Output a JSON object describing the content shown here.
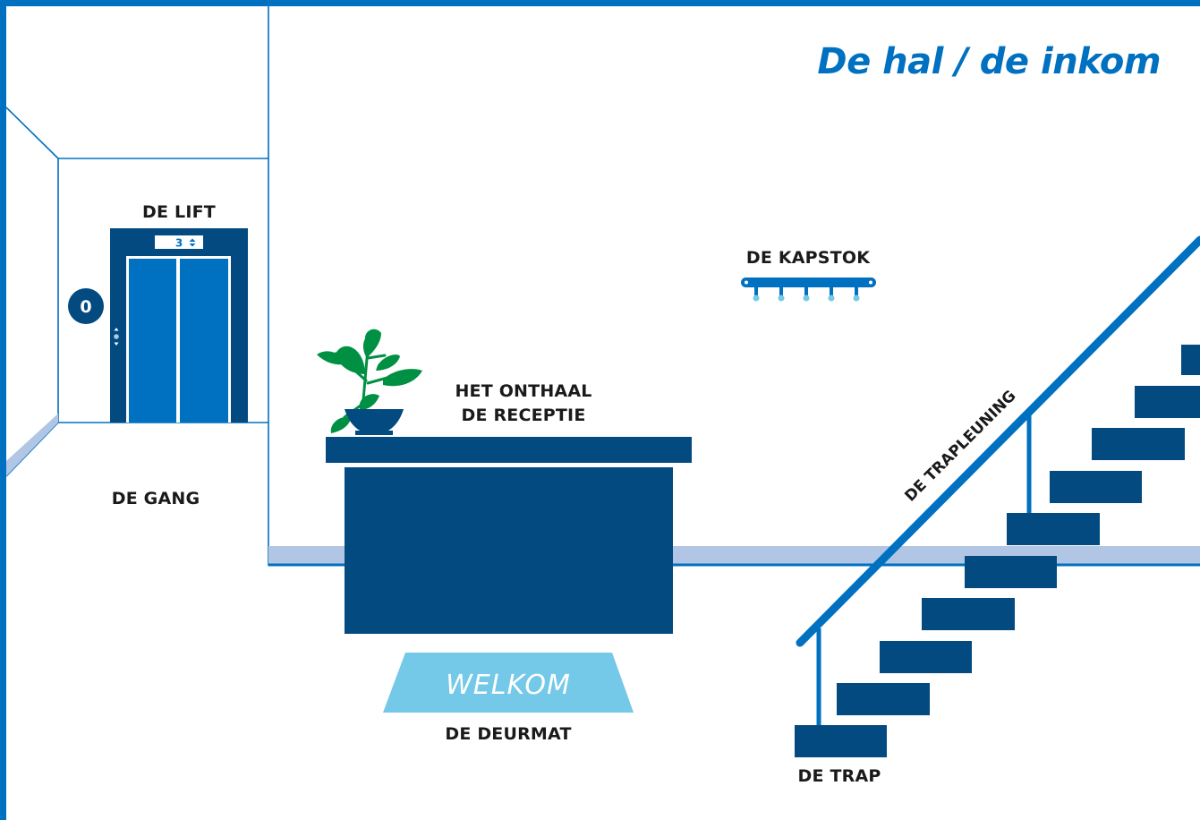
{
  "title": "De hal / de inkom",
  "labels": {
    "lift": "DE LIFT",
    "floor_indicator": "3",
    "floor_button": "0",
    "gang": "DE GANG",
    "kapstok": "DE KAPSTOK",
    "onthaal_line1": "HET ONTHAAL",
    "onthaal_line2": "DE RECEPTIE",
    "deurmat_text": "WELKOM",
    "deurmat": "DE DEURMAT",
    "trapleuning": "DE TRAPLEUNING",
    "trap": "DE TRAP"
  },
  "colors": {
    "frame": "#0070c0",
    "dark_blue": "#024a80",
    "mid_blue": "#0070c0",
    "light_blue": "#b1c6e4",
    "mat_blue": "#74c8e8",
    "plant_green": "#009043"
  }
}
